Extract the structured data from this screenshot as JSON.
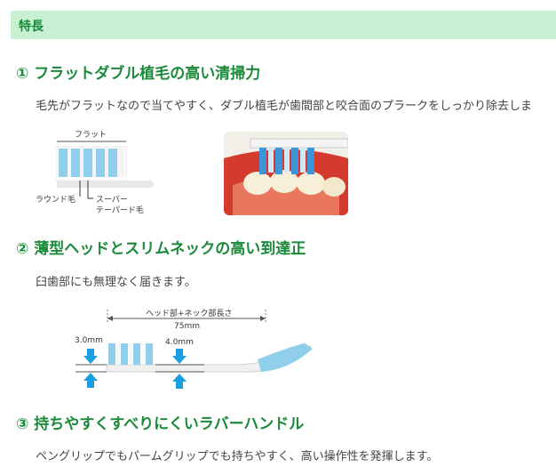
{
  "header": {
    "title": "特長"
  },
  "sections": [
    {
      "heading": "① フラットダブル植毛の高い清掃力",
      "text": "毛先がフラットなので当てやすく、ダブル植毛が歯間部と咬合面のプラークをしっかり除去しま",
      "diagram": {
        "flat_label": "フラット",
        "round_label": "ラウンド毛",
        "super_label_1": "スーパー",
        "super_label_2": "テーパード毛"
      }
    },
    {
      "heading": "② 薄型ヘッドとスリムネックの高い到達正",
      "text": "臼歯部にも無理なく届きます。",
      "diagram": {
        "length_label": "ヘッド部+ネック部長さ",
        "length_value": "75mm",
        "head_thickness": "3.0mm",
        "neck_thickness": "4.0mm"
      }
    },
    {
      "heading": "③ 持ちやすくすべりにくいラバーハンドル",
      "text": "ペングリップでもパームグリップでも持ちやすく、高い操作性を発揮します。"
    }
  ]
}
